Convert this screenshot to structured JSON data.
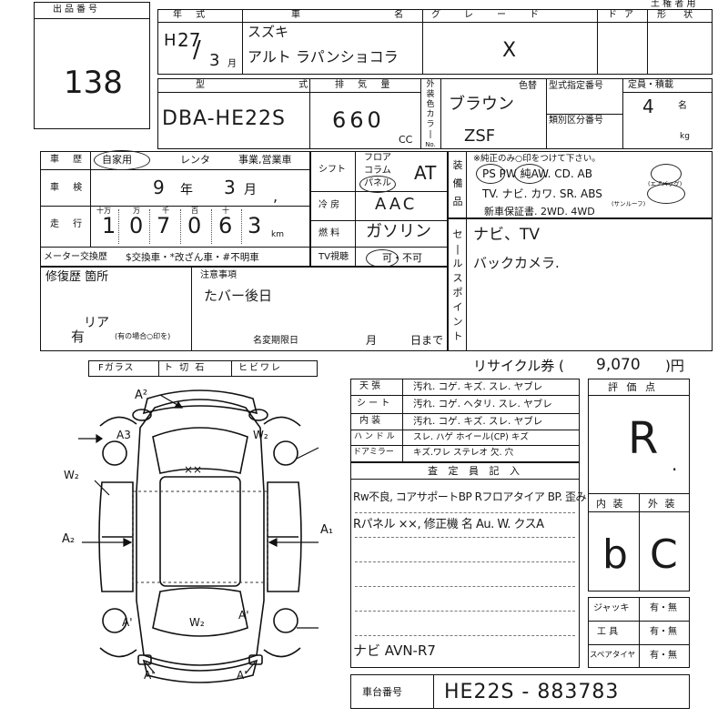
{
  "header": {
    "top_right": "土 権 者 用"
  },
  "lot": {
    "label": "出品番号",
    "number": "138"
  },
  "row1": {
    "year_label": "年 式",
    "car_label": "車 名",
    "grade_label": "グレード",
    "door_label": "ドア",
    "shape_label": "形 状",
    "year_era": "H",
    "year_num": "27",
    "year_slash": "/",
    "month": "3",
    "month_unit": "月",
    "maker": "スズキ",
    "model": "アルト ラパンショコラ",
    "grade": "X"
  },
  "row2": {
    "type_label": "型 式",
    "disp_label": "排 気 量",
    "ext_color_label": [
      "外",
      "装",
      "色",
      "カ",
      "ラ",
      "|",
      "No."
    ],
    "color_change_label": "色替",
    "type_designation_label": "型式指定番号",
    "classification_label": "類別区分番号",
    "capacity_label": "定員・積載",
    "capacity_unit": "名",
    "kg_unit": "kg",
    "type": "DBA-HE22S",
    "displacement": "660",
    "cc_unit": "CC",
    "color": "ブラウン",
    "color_code": "ZSF",
    "capacity": "4"
  },
  "row3": {
    "history_label": "車 歴",
    "history_options": [
      "自家用",
      "レンタ",
      "事業,営業車"
    ],
    "inspect_label": "車 検",
    "inspect_year": "9",
    "inspect_year_unit": "年",
    "inspect_month": "3",
    "inspect_month_unit": "月",
    "mileage_label": "走 行",
    "mileage_units": [
      "十万",
      "万",
      "千",
      "百",
      "十",
      "km"
    ],
    "mileage_digits": [
      "1",
      "0",
      "7",
      "0",
      "6",
      "3"
    ],
    "meter_label": "メーター交換歴",
    "meter_options": "$交換車・*改ざん車・#不明車",
    "shift_label": "シフト",
    "shift_options": [
      "フロア",
      "コラム",
      "パネル"
    ],
    "shift_value": "AT",
    "ac_label": "冷 房",
    "ac_value": "AAC",
    "fuel_label": "燃 料",
    "fuel_value": "ガソリン",
    "tv_label": "TV視聴",
    "tv_options": "可・不可"
  },
  "equipment": {
    "label": [
      "装",
      "備",
      "品"
    ],
    "note": "※純正のみ○印をつけて下さい。",
    "line1": "PS  PW  純AW.  CD.  AB",
    "ab_note": "(エアバッグ)",
    "line2": "TV. ナビ. カワ. SR. ABS",
    "sr_note": "(サンルーフ)",
    "line3": "新車保証書.  2WD.  4WD"
  },
  "sales_point": {
    "label": [
      "セ",
      "|",
      "ル",
      "ス",
      "ポ",
      "イ",
      "ン",
      "ト"
    ],
    "line1": "ナビ、TV",
    "line2": "バックカメラ."
  },
  "repair": {
    "label": "修復歴 箇所",
    "value": "有",
    "value_note": "リア",
    "note": "(有の場合○印を)"
  },
  "notes": {
    "label": "注意事項",
    "value": "たバー後日",
    "name_change_label": "名変期限日",
    "month_label": "月",
    "day_label": "日まで"
  },
  "glass": {
    "labels": [
      "Fガラス",
      "ト 切 石",
      "ヒビワレ"
    ]
  },
  "recycle": {
    "label": "リサイクル券 (",
    "value": "9,070",
    "suffix": ")円"
  },
  "interior": {
    "rows": [
      {
        "label": "天 張",
        "options": "汚れ. コゲ. キズ. スレ. ヤブレ"
      },
      {
        "label": "シ ー ト",
        "options": "汚れ. コゲ. ヘタリ. スレ. ヤブレ"
      },
      {
        "label": "内 装",
        "options": "汚れ. コゲ. キズ. スレ. ヤブレ"
      },
      {
        "label": "ハ ン ド ル",
        "options": "スレ. ハゲ  ホイール(CP)  キズ"
      },
      {
        "label": "ドアミラー",
        "options": "キズ.ワレ   ステレオ     欠. 穴"
      }
    ]
  },
  "inspector": {
    "label": "査 定 員 記 入",
    "line1": "Rw不良, コアサポートBP Rフロアタイア BP. 歪み",
    "line2": "Rパネル ××, 修正機 名 Au. W. クスA",
    "line3": "ナビ AVN-R7"
  },
  "score": {
    "label": "評 価 点",
    "value": "R",
    "int_label": "内 装",
    "ext_label": "外 装",
    "int_value": "b",
    "ext_value": "C"
  },
  "tools": {
    "rows": [
      {
        "label": "ジャッキ",
        "options": "有・無"
      },
      {
        "label": "工 具",
        "options": "有・無"
      },
      {
        "label": "スペアタイヤ",
        "options": "有・無"
      }
    ]
  },
  "chassis": {
    "label": "車台番号",
    "value": "HE22S - 883783"
  },
  "diagram": {
    "marks": {
      "a2_front": "A²",
      "w2_front": "W₂",
      "a3": "A3",
      "w2_left": "W₂",
      "xx": "××",
      "a2_left": "A₂",
      "a1_right": "A₁",
      "a1_rear_left": "A'",
      "w2_rear": "W₂",
      "a1_rear_right": "A'",
      "a1_bottom_left": "A'",
      "a1_bottom_right": "A'"
    }
  }
}
